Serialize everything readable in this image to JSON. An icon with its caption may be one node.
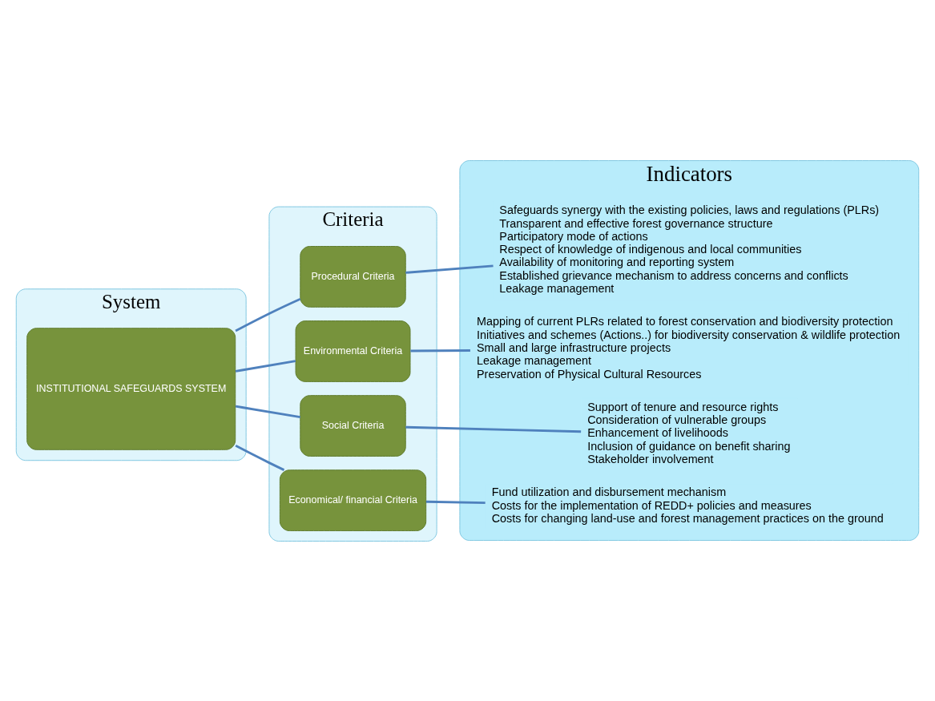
{
  "diagram": {
    "nodes": [
      {
        "text": [
          "System"
        ]
      },
      {
        "text": [
          "INSTITUTIONAL SAFEGUARDS SYSTEM"
        ],
        "in": 0
      },
      {
        "text": [
          "Criteria"
        ]
      },
      {
        "text": [
          "Procedural Criteria"
        ],
        "in": 2
      },
      {
        "text": [
          "Environmental Criteria"
        ],
        "in": 2
      },
      {
        "text": [
          "Social Criteria"
        ],
        "in": 2
      },
      {
        "text": [
          "Economical/ financial Criteria"
        ],
        "in": 2
      },
      {
        "text": [
          "Indicators"
        ]
      },
      {
        "text": [
          "Safeguards synergy with the existing policies, laws and regulations (PLRs)",
          "Transparent and effective forest governance structure",
          "Participatory mode of actions",
          "Respect of knowledge of indigenous and local communities",
          "Availability of monitoring and reporting system",
          "Established grievance mechanism to address concerns and conflicts",
          "Leakage management"
        ],
        "in": 7
      },
      {
        "text": [
          "Mapping of current PLRs related to forest conservation and biodiversity protection",
          "Initiatives and schemes (Actions..) for biodiversity conservation & wildlife protection",
          "Small and large infrastructure projects",
          "Leakage management",
          "Preservation of Physical Cultural Resources"
        ],
        "in": 7
      },
      {
        "text": [
          "Support of tenure and resource rights",
          "Consideration of vulnerable groups",
          "Enhancement of livelihoods",
          "Inclusion of guidance on benefit sharing",
          "Stakeholder involvement"
        ],
        "in": 7
      },
      {
        "text": [
          "Fund utilization and disbursement mechanism",
          "Costs for the implementation of REDD+ policies and measures",
          "Costs for changing land-use and forest management practices on the ground"
        ],
        "in": 7
      }
    ],
    "edges": [
      {
        "from": 1,
        "to": 3,
        "arrow": "none"
      },
      {
        "from": 1,
        "to": 4,
        "arrow": "none"
      },
      {
        "from": 1,
        "to": 5,
        "arrow": "none"
      },
      {
        "from": 1,
        "to": 6,
        "arrow": "none"
      },
      {
        "from": 3,
        "to": 8,
        "arrow": "none"
      },
      {
        "from": 4,
        "to": 9,
        "arrow": "none"
      },
      {
        "from": 5,
        "to": 10,
        "arrow": "none"
      },
      {
        "from": 6,
        "to": 11,
        "arrow": "none"
      }
    ]
  }
}
